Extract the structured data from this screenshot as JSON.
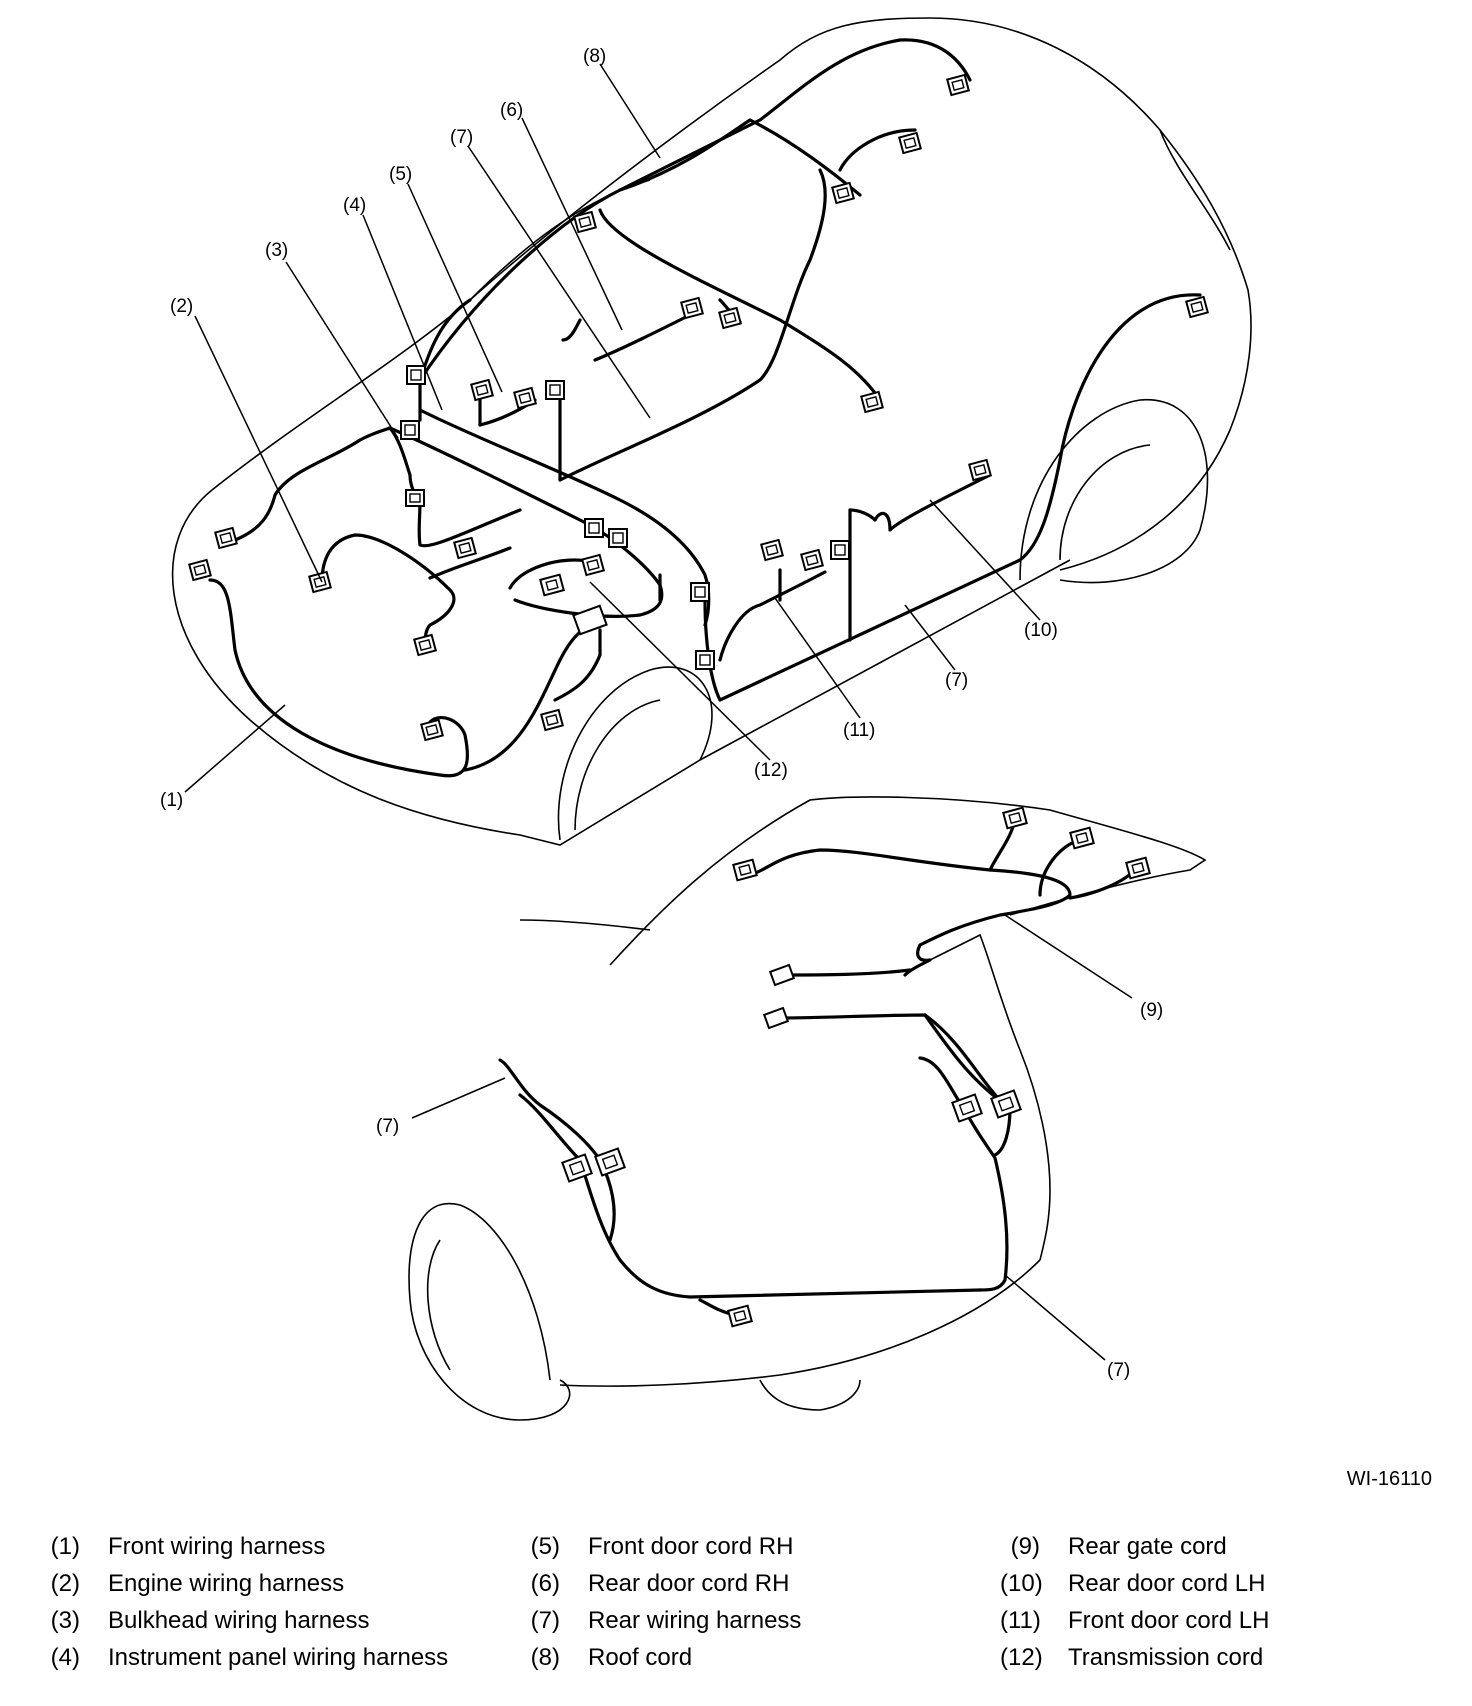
{
  "figure_id": "WI-16110",
  "callouts": {
    "c1": "(1)",
    "c2": "(2)",
    "c3": "(3)",
    "c4": "(4)",
    "c5": "(5)",
    "c6": "(6)",
    "c7": "(7)",
    "c8": "(8)",
    "c9": "(9)",
    "c10": "(10)",
    "c11": "(11)",
    "c12": "(12)"
  },
  "legend": [
    [
      {
        "num": "(1)",
        "name": "Front wiring harness"
      },
      {
        "num": "(2)",
        "name": "Engine wiring harness"
      },
      {
        "num": "(3)",
        "name": "Bulkhead wiring harness"
      },
      {
        "num": "(4)",
        "name": "Instrument panel wiring harness"
      }
    ],
    [
      {
        "num": "(5)",
        "name": "Front door cord RH"
      },
      {
        "num": "(6)",
        "name": "Rear door cord RH"
      },
      {
        "num": "(7)",
        "name": "Rear wiring harness"
      },
      {
        "num": "(8)",
        "name": "Roof cord"
      }
    ],
    [
      {
        "num": "(9)",
        "name": "Rear gate cord"
      },
      {
        "num": "(10)",
        "name": "Rear door cord LH"
      },
      {
        "num": "(11)",
        "name": "Front door cord LH"
      },
      {
        "num": "(12)",
        "name": "Transmission cord"
      }
    ]
  ]
}
